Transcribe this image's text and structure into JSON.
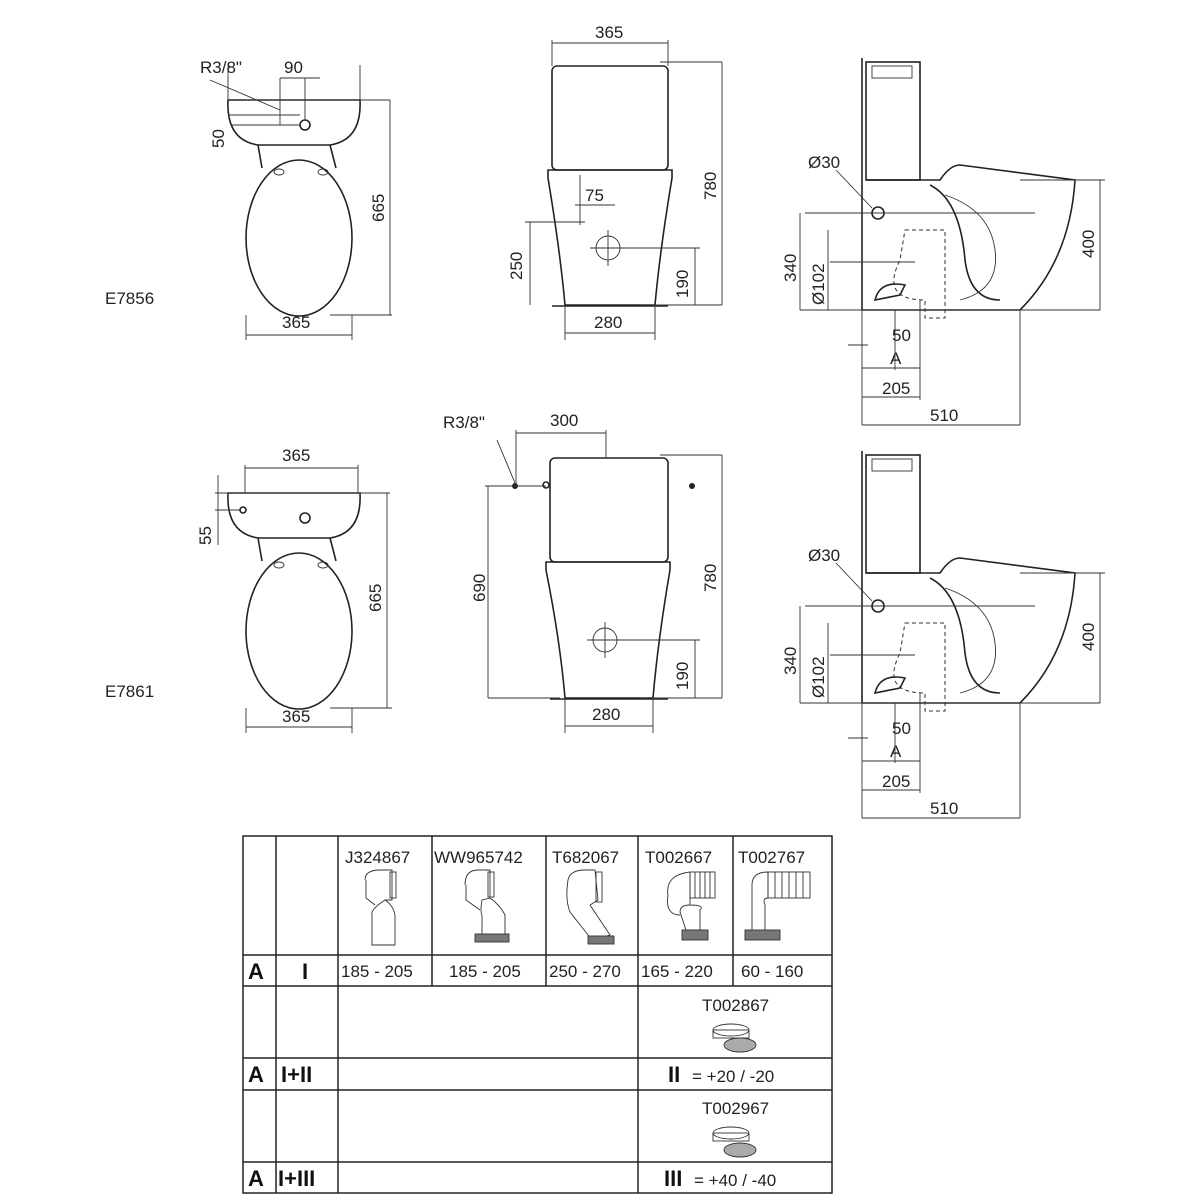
{
  "models": {
    "top": "E7856",
    "bottom": "E7861"
  },
  "top_row": {
    "plan": {
      "thread": "R3/8\"",
      "offset_x": "90",
      "offset_y": "50",
      "depth": "665",
      "width": "365"
    },
    "front": {
      "width": "365",
      "height": "780",
      "inlet_offset": "75",
      "inlet_height": "250",
      "outlet_height": "190",
      "base_width": "280"
    },
    "side": {
      "inlet_dia": "Ø30",
      "inlet_height": "340",
      "outlet_dia": "Ø102",
      "seat_height": "400",
      "wall_gap": "50",
      "a_label": "A",
      "outlet_dist": "205",
      "depth": "510"
    }
  },
  "bottom_row": {
    "plan": {
      "width_top": "365",
      "offset_y": "55",
      "depth": "665",
      "width": "365"
    },
    "front": {
      "thread": "R3/8\"",
      "inlet_offset": "300",
      "inlet_height": "690",
      "height": "780",
      "outlet_height": "190",
      "base_width": "280"
    },
    "side": {
      "inlet_dia": "Ø30",
      "inlet_height": "340",
      "outlet_dia": "Ø102",
      "seat_height": "400",
      "wall_gap": "50",
      "a_label": "A",
      "outlet_dist": "205",
      "depth": "510"
    }
  },
  "table": {
    "headers": [
      "J324867",
      "WW965742",
      "T682067",
      "T002667",
      "T002767"
    ],
    "row1": {
      "a": "A",
      "set": "I",
      "values": [
        "185 - 205",
        "185 - 205",
        "250 - 270",
        "165 - 220",
        "60 - 160"
      ]
    },
    "row2": {
      "part": "T002867",
      "a": "A",
      "set": "I+II",
      "symbol": "II",
      "value": "= +20 / -20"
    },
    "row3": {
      "part": "T002967",
      "a": "A",
      "set": "I+III",
      "symbol": "III",
      "value": "= +40 / -40"
    }
  }
}
